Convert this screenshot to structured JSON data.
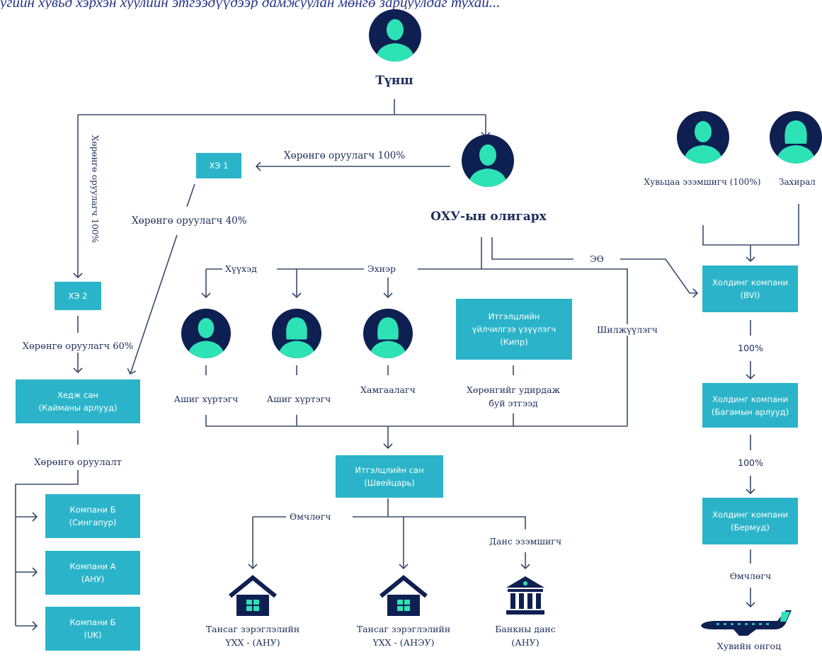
{
  "caption": "угийн хувьд хэрхэн хуулийн этгээдүүдээр дамжуулан мөнгө зарцуулдаг тухай...",
  "nodes": {
    "partner": "Түнш",
    "oligarch": "ОХУ-ын олигарх",
    "beneficial_owner": "Хувьцаа эзэмшигч (100%)",
    "director": "Захирал",
    "ch1": "ХЭ 1",
    "ch2": "ХЭ 2",
    "hedge_fund": [
      "Хедж сан",
      "(Кайманы арлууд)"
    ],
    "company_b_sg": [
      "Компани Б",
      "(Сингапур)"
    ],
    "company_a_us": [
      "Компани А",
      "(АНУ)"
    ],
    "company_b_uk": [
      "Компани Б",
      "(UK)"
    ],
    "trust_service": [
      "Итгэлцлийн",
      "үйлчилгээ үзүүлэгч",
      "(Кипр)"
    ],
    "trust_fund": [
      "Итгэлцлийн сан",
      "(Швейцарь)"
    ],
    "holding_bvi": [
      "Холдинг компани",
      "(BVI)"
    ],
    "holding_bahamas": [
      "Холдинг компани",
      "(Багамын арлууд)"
    ],
    "holding_bermuda": [
      "Холдинг компани",
      "(Бермуд)"
    ],
    "beneficiary1": "Ашиг хүртэгч",
    "beneficiary2": "Ашиг хүртэгч",
    "protector": "Хамгаалагч",
    "asset_manager": [
      "Хөрөнгийг удирдаж",
      "буй этгээд"
    ],
    "mansion_us": [
      "Тансаг зэрэглэлийн",
      "ҮХХ - (АНУ)"
    ],
    "mansion_uae": [
      "Тансаг зэрэглэлийн",
      "ҮХХ - (АНЭУ)"
    ],
    "bank_account": [
      "Банкны данс",
      "(АНУ)"
    ],
    "private_jet": "Хувийн онгоц"
  },
  "edges": {
    "investor_100": "Хөрөнгө оруулагч 100%",
    "investor_100_vertical": "Хөрөнгө оруулагч 100%",
    "investor_40": "Хөрөнгө оруулагч 40%",
    "investor_60": "Хөрөнгө оруулагч 60%",
    "investment": "Хөрөнгө оруулалт",
    "children": "Хүүхэд",
    "wife": "Эхнэр",
    "transferor": "Шилжүүлэгч",
    "ubo": "ЭӨ",
    "pct_100_a": "100%",
    "pct_100_b": "100%",
    "owner": "Өмчлөгч",
    "owner_jet": "Өмчлөгч",
    "account_holder": "Данс эзэмшигч"
  },
  "colors": {
    "teal": "#2bb4c9",
    "navy": "#0e1f52",
    "person": "#2de3b6",
    "line": "#3b4a6b"
  }
}
